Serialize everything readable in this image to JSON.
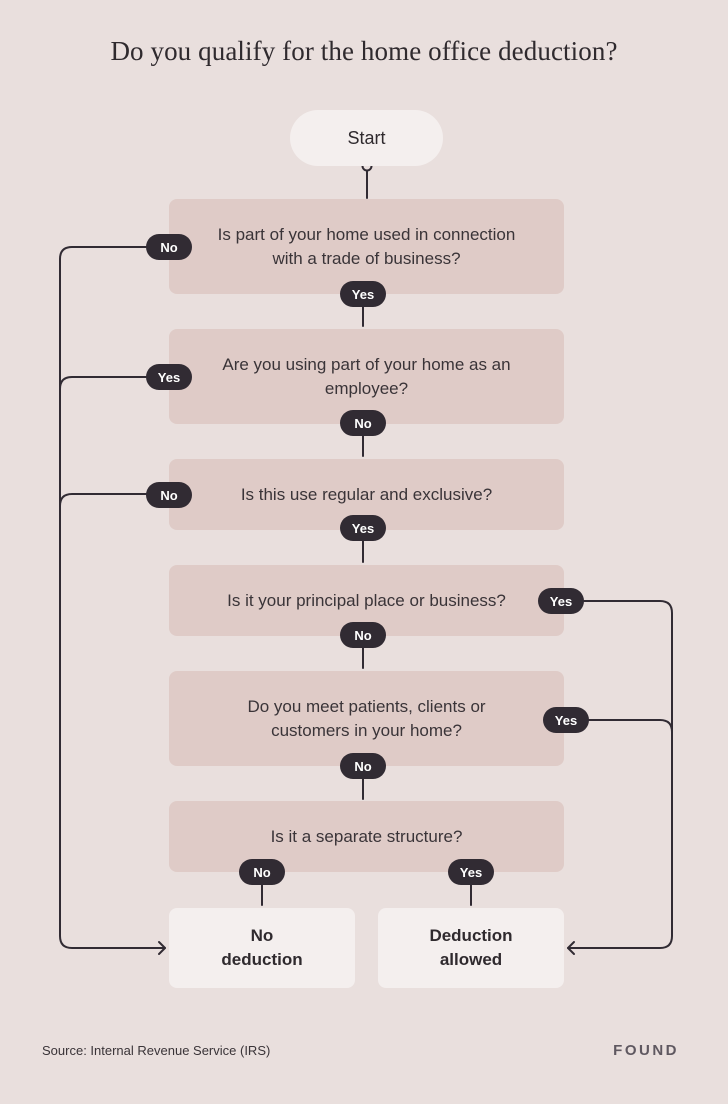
{
  "title": "Do you qualify for the home office deduction?",
  "start_label": "Start",
  "questions": [
    {
      "lines": [
        "Is part of your home used in connection",
        "with a trade of business?"
      ]
    },
    {
      "lines": [
        "Are you using part of your home as an",
        "employee?"
      ]
    },
    {
      "lines": [
        "Is this use regular and exclusive?"
      ]
    },
    {
      "lines": [
        "Is it your principal place or business?"
      ]
    },
    {
      "lines": [
        "Do you meet patients, clients or",
        "customers in your home?"
      ]
    },
    {
      "lines": [
        "Is it a separate structure?"
      ]
    }
  ],
  "answers": {
    "q1_side": "No",
    "q1_down": "Yes",
    "q2_side": "Yes",
    "q2_down": "No",
    "q3_side": "No",
    "q3_down": "Yes",
    "q4_side": "Yes",
    "q4_down": "No",
    "q5_side": "Yes",
    "q5_down": "No",
    "q6_left": "No",
    "q6_right": "Yes"
  },
  "outcomes": {
    "no_deduction": [
      "No",
      "deduction"
    ],
    "deduction_allowed": [
      "Deduction",
      "allowed"
    ]
  },
  "footer": {
    "source": "Source: Internal Revenue Service (IRS)",
    "brand": "FOUND"
  },
  "colors": {
    "background": "#e9dfdd",
    "question_box": "#dfcbc7",
    "terminal_box": "#f4efee",
    "pill": "#312b33",
    "line": "#312b33"
  }
}
